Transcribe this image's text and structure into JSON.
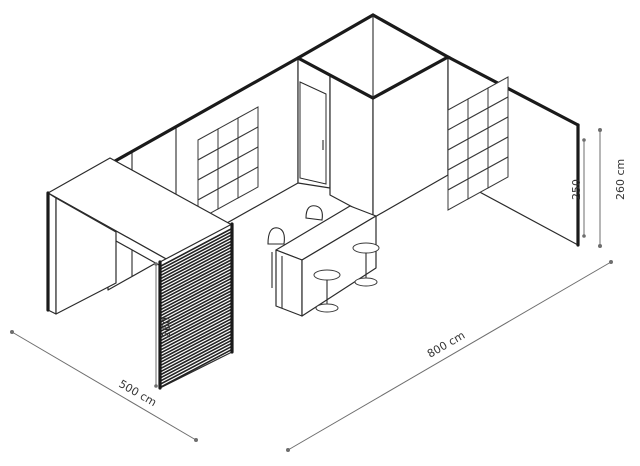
{
  "dimensions": {
    "width_label": "500 cm",
    "length_label": "800 cm",
    "wall_height_label": "260 cm",
    "inner_height_label": "250",
    "panel_height_label": "260"
  }
}
